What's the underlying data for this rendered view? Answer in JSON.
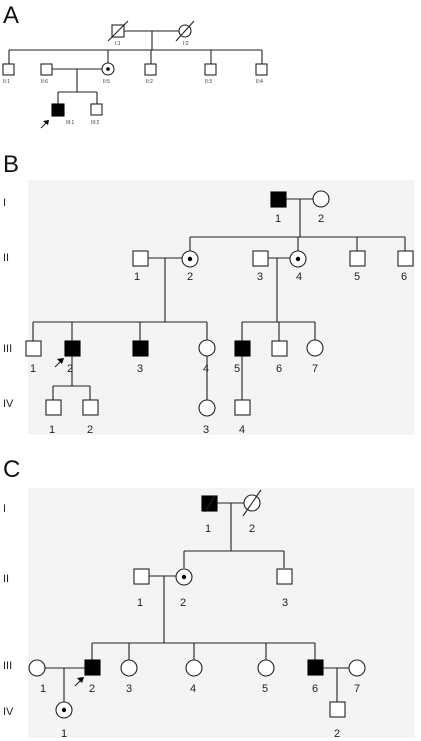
{
  "panels": {
    "A": {
      "letter": "A",
      "labels": {
        "I1": "I:1",
        "I2": "I:2",
        "II1": "II:1",
        "II6": "II:6",
        "II5": "II:5",
        "II2": "II:2",
        "II3": "II:3",
        "II4": "II:4",
        "III1": "III:1",
        "III2": "III:2"
      }
    },
    "B": {
      "letter": "B",
      "generations": [
        "I",
        "II",
        "III",
        "IV"
      ],
      "labels": {
        "I1": "1",
        "I2": "2",
        "II1": "1",
        "II2": "2",
        "II3": "3",
        "II4": "4",
        "II5": "5",
        "II6": "6",
        "III1": "1",
        "III2": "2",
        "III3": "3",
        "III4": "4",
        "III5": "5",
        "III6": "6",
        "III7": "7",
        "IV1": "1",
        "IV2": "2",
        "IV3": "3",
        "IV4": "4"
      }
    },
    "C": {
      "letter": "C",
      "generations": [
        "I",
        "II",
        "III",
        "IV"
      ],
      "labels": {
        "I1": "1",
        "I2": "2",
        "II1": "1",
        "II2": "2",
        "II3": "3",
        "III1": "1",
        "III2": "2",
        "III3": "3",
        "III4": "4",
        "III5": "5",
        "III6": "6",
        "III7": "7",
        "IV1": "1",
        "IV2": "2"
      }
    }
  }
}
